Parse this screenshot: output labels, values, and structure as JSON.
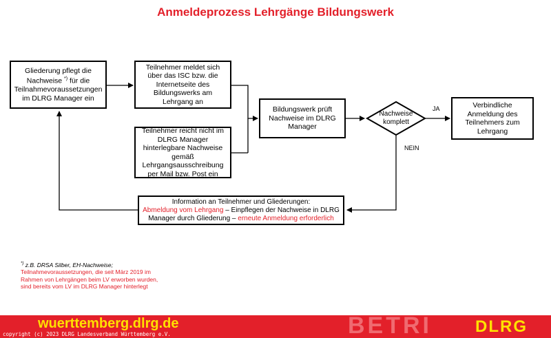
{
  "title": "Anmeldeprozess Lehrgänge Bildungswerk",
  "boxes": {
    "gliederung": {
      "line1": "Gliederung pflegt die",
      "line2_pre": "Nachweise ",
      "sup": "*)",
      "line2_post": " für die",
      "line3": "Teilnahmevoraussetzungen",
      "line4": "im DLRG Manager ein"
    },
    "teilnehmer_meldet": "Teilnehmer meldet sich über das ISC bzw. die Internetseite des Bildungswerks am Lehrgang an",
    "teilnehmer_reicht": "Teilnehmer reicht nicht im DLRG Manager hinterlegbare Nachweise gemäß Lehrgangsausschreibung per Mail bzw. Post ein",
    "bildungswerk_prueft": "Bildungswerk prüft Nachweise im DLRG Manager",
    "verbindliche": "Verbindliche Anmeldung des Teilnehmers zum Lehrgang",
    "information": {
      "line1": "Information an Teilnehmer und Gliederungen:",
      "red1": "Abmeldung vom Lehrgang",
      "mid": " – Einpflegen der Nachweise in DLRG",
      "line3_pre": "Manager durch Gliederung – ",
      "red2": "erneute Anmeldung erforderlich"
    }
  },
  "decision": {
    "line1": "Nachweise",
    "line2": "komplett",
    "yes": "JA",
    "no": "NEIN"
  },
  "footnote": {
    "mark": "*)",
    "first": " z.B. DRSA Silber, EH-Nachweise;",
    "rest": "Teilnahmevoraussetzungen, die seit März 2019 im Rahmen von Lehrgängen beim LV erworben wurden, sind bereits vom LV im DLRG Manager hinterlegt"
  },
  "footer": {
    "url": "wuerttemberg.dlrg.de",
    "copyright": "copyright (c) 2023 DLRG Landesverband Württemberg e.V.",
    "background_text": "BETRI",
    "logo": "DLRG"
  },
  "colors": {
    "accent": "#e3202a",
    "footer_text": "#ffe000"
  }
}
